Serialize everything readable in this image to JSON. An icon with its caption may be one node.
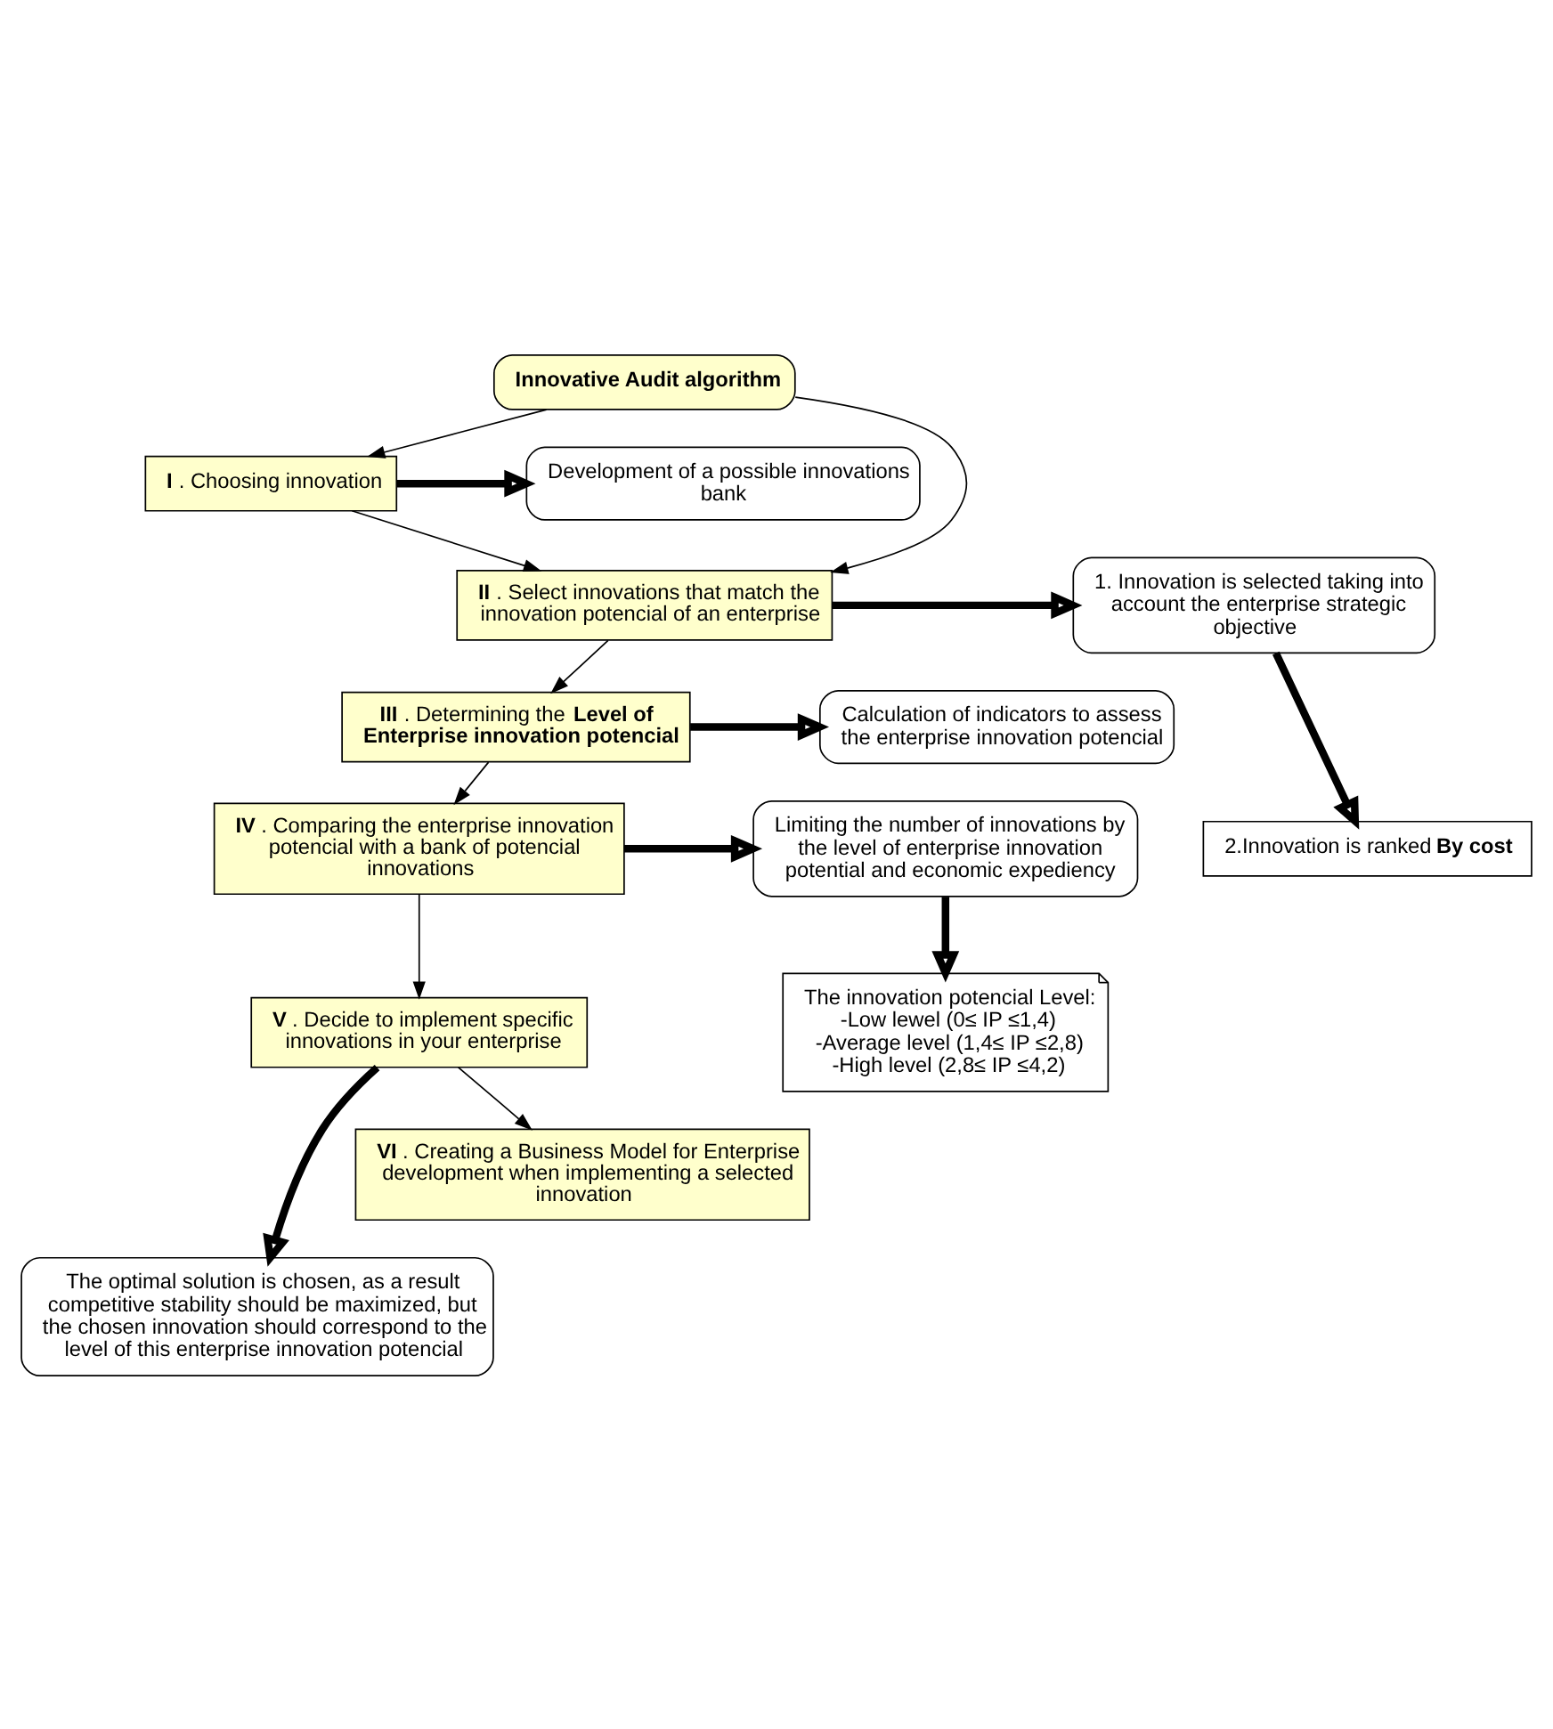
{
  "diagram": {
    "nodes": [
      {
        "text": [
          "**Innovative Audit algorithm**"
        ]
      },
      {
        "text": [
          "**I**. Choosing innovation"
        ]
      },
      {
        "text": [
          "Development of a possible innovations bank"
        ]
      },
      {
        "text": [
          "**II**. Select innovations that match the innovation potencial of an enterprise"
        ]
      },
      {
        "text": [
          "1. Innovation is selected taking into account the enterprise strategic objective"
        ]
      },
      {
        "text": [
          "2.Innovation is ranked **By cost**"
        ]
      },
      {
        "text": [
          "**III**. Determining the **Level of Enterprise innovation potencial**"
        ]
      },
      {
        "text": [
          "Calculation of indicators to assess the enterprise innovation potencial"
        ]
      },
      {
        "text": [
          "**IV**. Comparing the enterprise innovation potencial with a bank of potencial innovations"
        ]
      },
      {
        "text": [
          "Limiting the number of innovations by the level of enterprise innovation potential and economic expediency"
        ]
      },
      {
        "text": [
          "**V**. Decide to implement specific innovations in your enterprise"
        ]
      },
      {
        "text": [
          "The innovation potencial Level:",
          "-Low lewel (0≤ IP ≤1,4)",
          "-Average level (1,4≤ IP ≤2,8)",
          "-High level (2,8≤ IP ≤4,2)"
        ]
      },
      {
        "text": [
          "The optimal solution is chosen, as a result competitive stability should be maximized, but the chosen innovation should correspond to the level of this enterprise innovation potencial"
        ]
      },
      {
        "text": [
          "**VI**. Creating a Business Model for Enterprise development when implementing a selected innovation"
        ]
      }
    ],
    "edges": [
      {
        "from": 0,
        "to": 1,
        "arrow": "to"
      },
      {
        "from": 0,
        "to": 3,
        "arrow": "to"
      },
      {
        "from": 1,
        "to": 3,
        "arrow": "to"
      },
      {
        "from": 3,
        "to": 6,
        "arrow": "to"
      },
      {
        "from": 6,
        "to": 8,
        "arrow": "to"
      },
      {
        "from": 8,
        "to": 10,
        "arrow": "to"
      },
      {
        "from": 10,
        "to": 13,
        "arrow": "to"
      },
      {
        "from": 1,
        "to": 2,
        "arrow": "to",
        "style": "thick"
      },
      {
        "from": 3,
        "to": 4,
        "arrow": "to",
        "style": "thick"
      },
      {
        "from": 4,
        "to": 5,
        "arrow": "to",
        "style": "thick"
      },
      {
        "from": 6,
        "to": 7,
        "arrow": "to",
        "style": "thick"
      },
      {
        "from": 8,
        "to": 9,
        "arrow": "to",
        "style": "thick"
      },
      {
        "from": 9,
        "to": 11,
        "arrow": "to",
        "style": "thick"
      },
      {
        "from": 10,
        "to": 12,
        "arrow": "to",
        "style": "thick"
      }
    ]
  }
}
